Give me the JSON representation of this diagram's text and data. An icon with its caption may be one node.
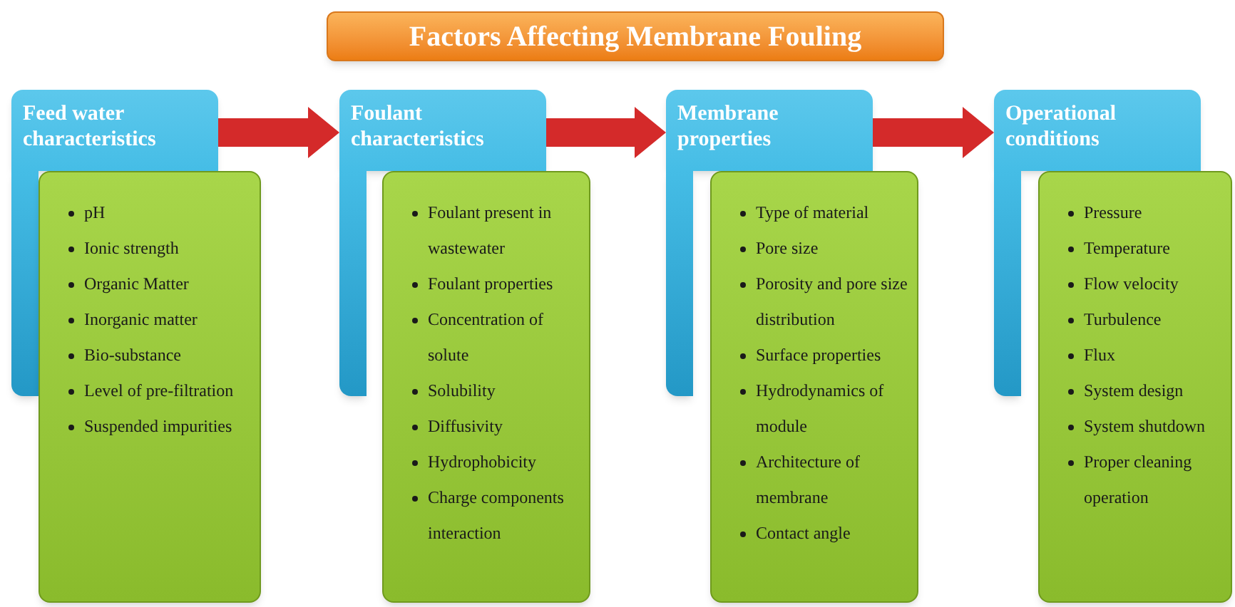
{
  "diagram": {
    "title": "Factors Affecting Membrane Fouling",
    "nodes": [
      {
        "text": [
          "Feed water characteristics"
        ]
      },
      {
        "text": [
          "pH",
          "Ionic strength",
          "Organic Matter",
          "Inorganic matter",
          "Bio-substance",
          "Level of pre-filtration",
          "Suspended impurities"
        ]
      },
      {
        "text": [
          "Foulant characteristics"
        ]
      },
      {
        "text": [
          "Foulant present in wastewater",
          "Foulant properties",
          "Concentration of solute",
          "Solubility",
          "Diffusivity",
          "Hydrophobicity",
          "Charge components interaction"
        ]
      },
      {
        "text": [
          "Membrane properties"
        ]
      },
      {
        "text": [
          "Type of material",
          "Pore size",
          "Porosity and pore size distribution",
          "Surface properties",
          "Hydrodynamics of module",
          "Architecture of membrane",
          "Contact angle"
        ]
      },
      {
        "text": [
          "Operational conditions"
        ]
      },
      {
        "text": [
          "Pressure",
          "Temperature",
          "Flow velocity",
          "Turbulence",
          "Flux",
          "System design",
          "System shutdown",
          "Proper cleaning operation"
        ]
      }
    ],
    "edges": [
      {
        "from": 0,
        "to": 2,
        "arrow": "to"
      },
      {
        "from": 2,
        "to": 4,
        "arrow": "to"
      },
      {
        "from": 4,
        "to": 6,
        "arrow": "to"
      }
    ]
  }
}
